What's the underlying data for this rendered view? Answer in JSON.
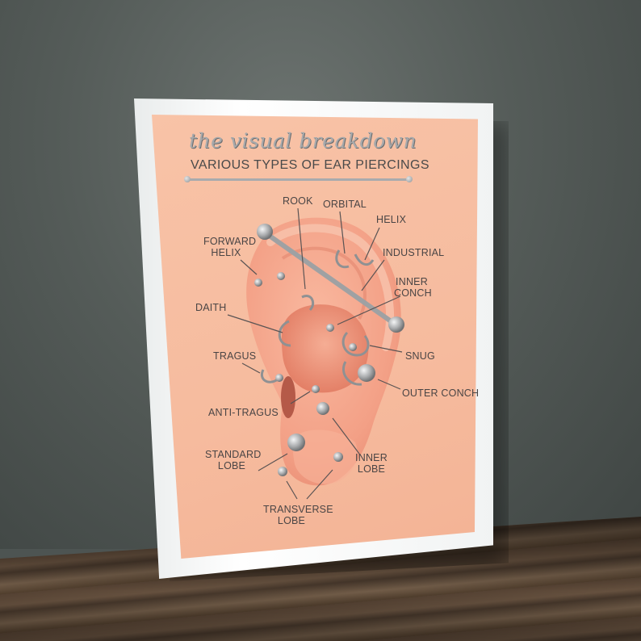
{
  "poster": {
    "title_script": "the visual breakdown",
    "title_sub": "VARIOUS TYPES OF EAR PIERCINGS",
    "labels": {
      "rook": "ROOK",
      "orbital": "ORBITAL",
      "helix": "HELIX",
      "forward_helix_1": "FORWARD",
      "forward_helix_2": "HELIX",
      "industrial": "INDUSTRIAL",
      "inner_conch_1": "INNER",
      "inner_conch_2": "CONCH",
      "daith": "DAITH",
      "tragus": "TRAGUS",
      "snug": "SNUG",
      "outer_conch": "OUTER CONCH",
      "anti_tragus": "ANTI-TRAGUS",
      "standard_lobe_1": "STANDARD",
      "standard_lobe_2": "LOBE",
      "inner_lobe_1": "INNER",
      "inner_lobe_2": "LOBE",
      "transverse_lobe_1": "TRANSVERSE",
      "transverse_lobe_2": "LOBE"
    }
  },
  "colors": {
    "poster_bg": "#f7c0a3",
    "skin": "#f4a48a",
    "metal": "#b8babc",
    "label_text": "#4a4545",
    "frame": "#ffffff",
    "wall": "#555c59"
  }
}
